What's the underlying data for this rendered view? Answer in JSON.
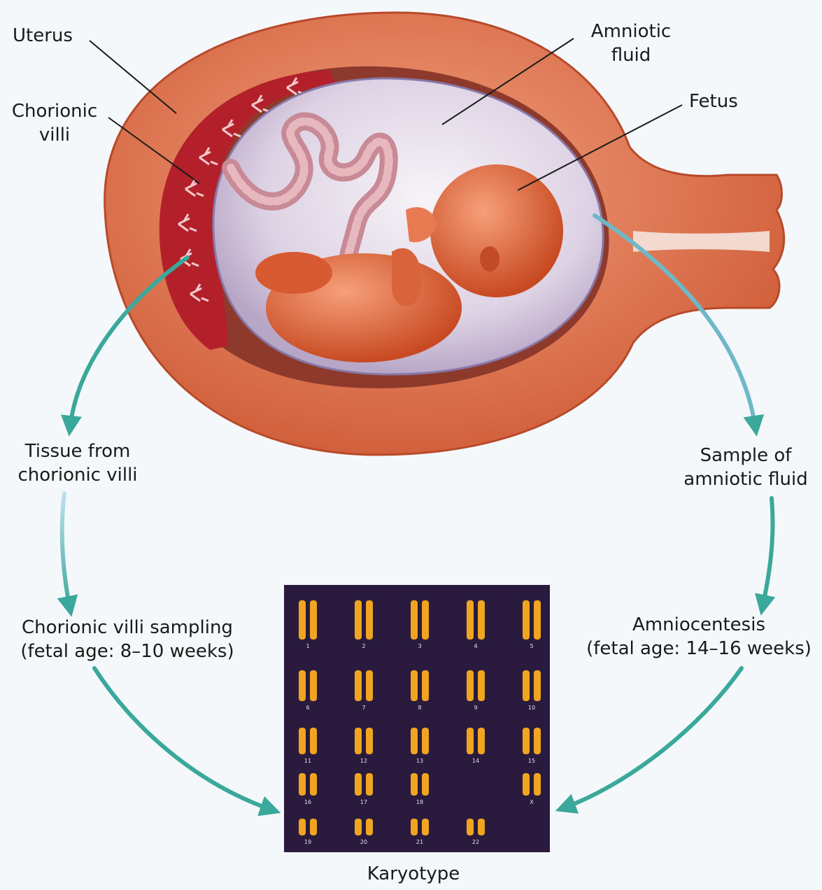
{
  "labels": {
    "uterus": "Uterus",
    "chorionic_villi": "Chorionic\nvilli",
    "amniotic_fluid": "Amniotic\nfluid",
    "fetus": "Fetus",
    "tissue": "Tissue from\nchorionic villi",
    "sample": "Sample of\namniotic fluid",
    "cvs": "Chorionic villi sampling\n(fetal age: 8–10 weeks)",
    "amnio": "Amniocentesis\n(fetal age: 14–16 weeks)",
    "karyotype": "Karyotype"
  },
  "karyotype": {
    "rows": [
      [
        "1",
        "2",
        "3",
        "4",
        "5"
      ],
      [
        "6",
        "7",
        "8",
        "9",
        "10"
      ],
      [
        "11",
        "12",
        "13",
        "14",
        "15"
      ],
      [
        "16",
        "17",
        "18",
        "",
        "X"
      ],
      [
        "19",
        "20",
        "21",
        "22",
        ""
      ]
    ]
  },
  "colors": {
    "uterus_wall": "#e07b55",
    "placenta": "#b3202a",
    "amniotic_sac": "#dcd3e3",
    "fetus": "#e4683c",
    "arrow": "#3aa89a",
    "karyotype_bg": "#2a1a3e",
    "chromosome": "#f0a520"
  }
}
